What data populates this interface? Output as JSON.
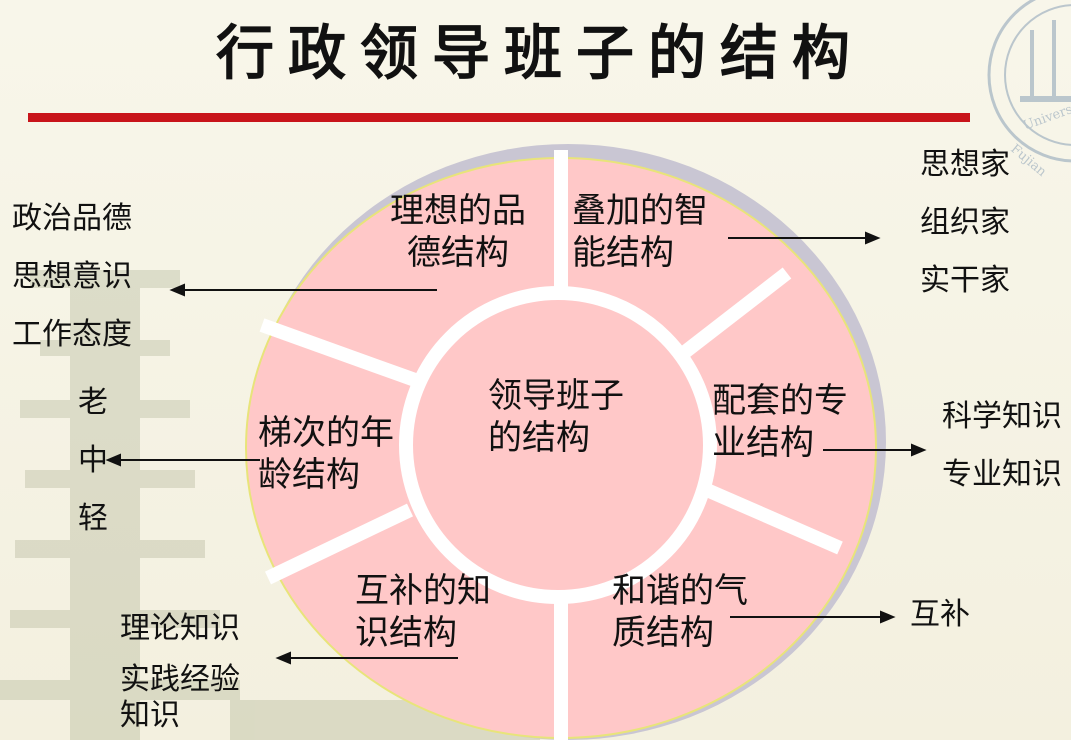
{
  "title": "行政领导班子的结构",
  "center_label": "领导班子\n的结构",
  "segments": {
    "ideal_moral": "理想的品\n德结构",
    "intelligence": "叠加的智\n能结构",
    "professional": "配套的专\n业结构",
    "temperament": "和谐的气\n质结构",
    "knowledge": "互补的知\n识结构",
    "age": "梯次的年\n龄结构"
  },
  "outputs": {
    "moral_items": [
      "政治品德",
      "思想意识",
      "工作态度"
    ],
    "intelligence_items": [
      "思想家",
      "组织家",
      "实干家"
    ],
    "professional_items": [
      "科学知识",
      "专业知识"
    ],
    "temperament_items": [
      "互补"
    ],
    "knowledge_items": [
      "理论知识",
      "实践经验\n知识"
    ],
    "age_items": [
      "老",
      "中",
      "轻"
    ]
  },
  "colors": {
    "segment_fill": "#ffc8c8",
    "title_rule": "#c8141a",
    "ring_shadow": "#c9c6d3",
    "text": "#111111"
  }
}
